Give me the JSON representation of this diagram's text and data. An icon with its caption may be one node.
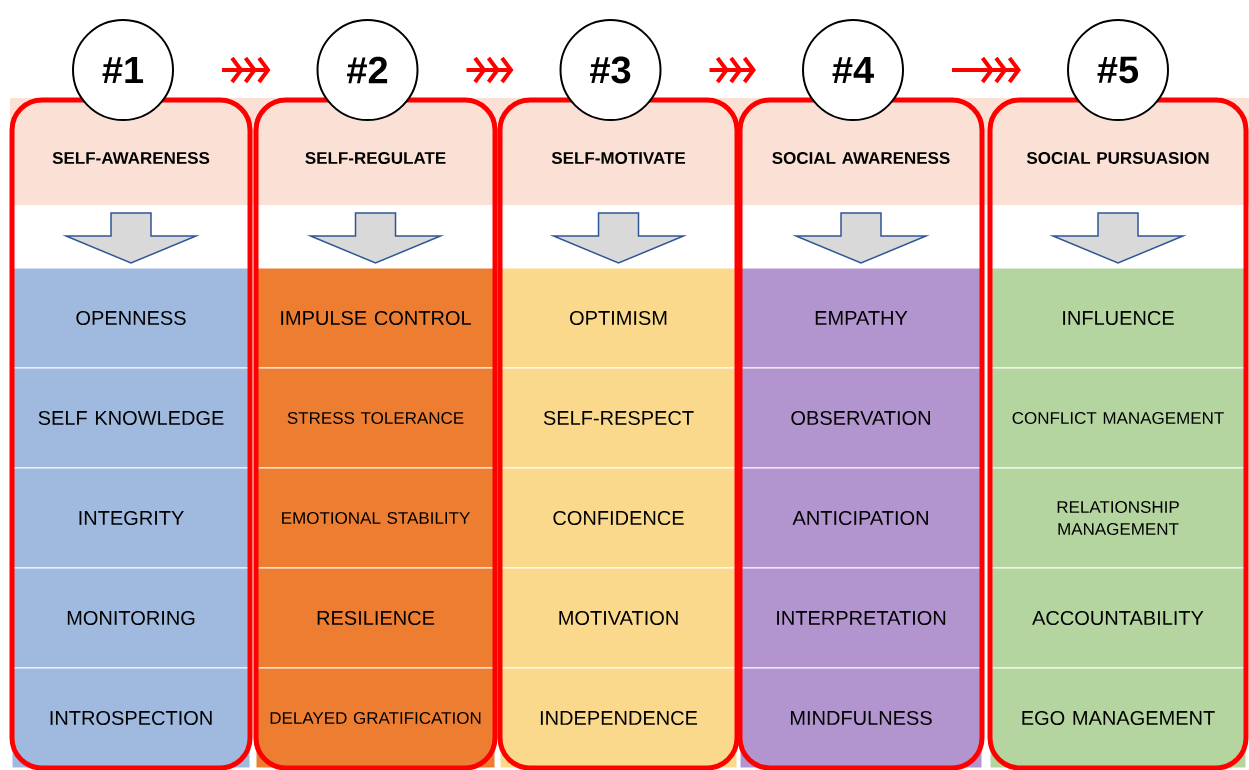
{
  "diagram": {
    "nodes": [
      {
        "text": [
          "#1"
        ]
      },
      {
        "text": [
          "SELF-AWARENESS"
        ]
      },
      {
        "text": [
          "OPENNESS"
        ],
        "in": 1
      },
      {
        "text": [
          "SELF KNOWLEDGE"
        ],
        "in": 1
      },
      {
        "text": [
          "INTEGRITY"
        ],
        "in": 1
      },
      {
        "text": [
          "MONITORING"
        ],
        "in": 1
      },
      {
        "text": [
          "INTROSPECTION"
        ],
        "in": 1
      },
      {
        "text": [
          "#2"
        ]
      },
      {
        "text": [
          "SELF-REGULATE"
        ]
      },
      {
        "text": [
          "IMPULSE CONTROL"
        ],
        "in": 8
      },
      {
        "text": [
          "STRESS TOLERANCE"
        ],
        "in": 8
      },
      {
        "text": [
          "EMOTIONAL STABILITY"
        ],
        "in": 8
      },
      {
        "text": [
          "RESILIENCE"
        ],
        "in": 8
      },
      {
        "text": [
          "DELAYED GRATIFICATION"
        ],
        "in": 8
      },
      {
        "text": [
          "#3"
        ]
      },
      {
        "text": [
          "SELF-MOTIVATE"
        ]
      },
      {
        "text": [
          "OPTIMISM"
        ],
        "in": 15
      },
      {
        "text": [
          "SELF-RESPECT"
        ],
        "in": 15
      },
      {
        "text": [
          "CONFIDENCE"
        ],
        "in": 15
      },
      {
        "text": [
          "MOTIVATION"
        ],
        "in": 15
      },
      {
        "text": [
          "INDEPENDENCE"
        ],
        "in": 15
      },
      {
        "text": [
          "#4"
        ]
      },
      {
        "text": [
          "SOCIAL AWARENESS"
        ]
      },
      {
        "text": [
          "EMPATHY"
        ],
        "in": 22
      },
      {
        "text": [
          "OBSERVATION"
        ],
        "in": 22
      },
      {
        "text": [
          "ANTICIPATION"
        ],
        "in": 22
      },
      {
        "text": [
          "INTERPRETATION"
        ],
        "in": 22
      },
      {
        "text": [
          "MINDFULNESS"
        ],
        "in": 22
      },
      {
        "text": [
          "#5"
        ]
      },
      {
        "text": [
          "SOCIAL PURSUASION"
        ]
      },
      {
        "text": [
          "INFLUENCE"
        ],
        "in": 29
      },
      {
        "text": [
          "CONFLICT MANAGEMENT"
        ],
        "in": 29
      },
      {
        "text": [
          "RELATIONSHIP MANAGEMENT"
        ],
        "in": 29
      },
      {
        "text": [
          "ACCOUNTABILITY"
        ],
        "in": 29
      },
      {
        "text": [
          "EGO MANAGEMENT"
        ],
        "in": 29
      }
    ],
    "edges": [
      {
        "from": 0,
        "to": 7,
        "arrow": "to"
      },
      {
        "from": 7,
        "to": 14,
        "arrow": "to"
      },
      {
        "from": 14,
        "to": 21,
        "arrow": "to"
      },
      {
        "from": 21,
        "to": 28,
        "arrow": "to"
      }
    ]
  }
}
